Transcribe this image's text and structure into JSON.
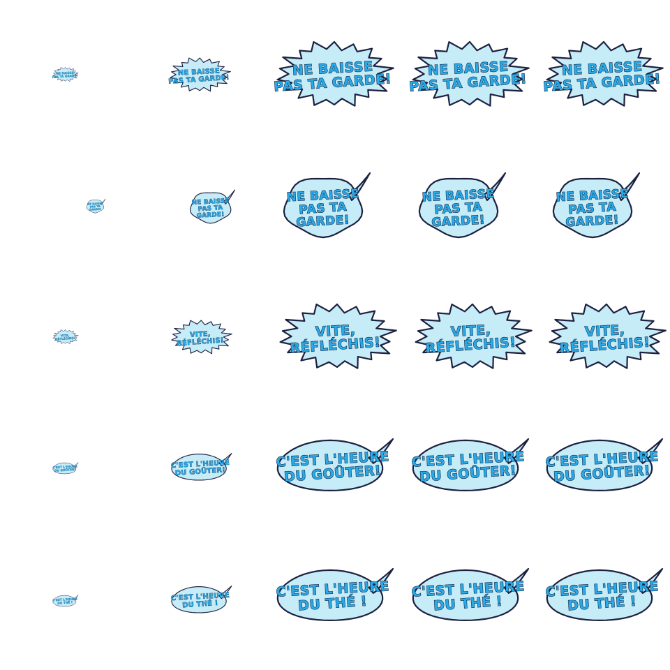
{
  "colors": {
    "bubble_fill": "#c6ecf8",
    "bubble_stroke": "#1c2140",
    "text_fill": "#2aa9e6",
    "text_outline": "#0f1d3a",
    "background": "#ffffff"
  },
  "rows": [
    {
      "shape": "burst",
      "lines": [
        "NE BAISSE",
        "PAS TA GARDE!"
      ],
      "scales": [
        "tiny",
        "small",
        "large",
        "large",
        "large"
      ]
    },
    {
      "shape": "speech-cloud",
      "lines": [
        "NE BAISSE",
        "PAS TA",
        "GARDE!"
      ],
      "scales": [
        "tiny",
        "small",
        "large",
        "large",
        "large"
      ]
    },
    {
      "shape": "burst",
      "lines": [
        "VITE,",
        "RÉFLÉCHIS!"
      ],
      "scales": [
        "tiny",
        "small",
        "large",
        "large",
        "large"
      ]
    },
    {
      "shape": "speech-oval",
      "lines": [
        "C'EST L'HEURE",
        "DU GOÛTER!"
      ],
      "scales": [
        "tiny",
        "small",
        "large",
        "large",
        "large"
      ]
    },
    {
      "shape": "speech-oval",
      "lines": [
        "C'EST L'HEURE",
        "DU THÉ !"
      ],
      "scales": [
        "tiny",
        "small",
        "large",
        "large",
        "large"
      ]
    }
  ]
}
